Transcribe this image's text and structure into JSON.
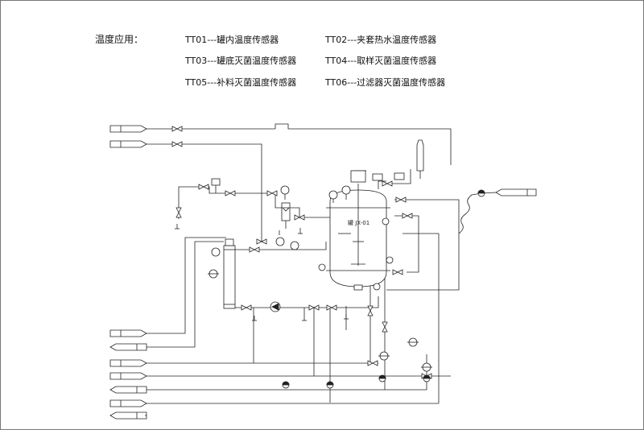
{
  "legend": {
    "title": "温度应用：",
    "items": [
      {
        "code": "TT01",
        "text": "TT01---罐内温度传感器"
      },
      {
        "code": "TT02",
        "text": "TT02---夹套热水温度传感器"
      },
      {
        "code": "TT03",
        "text": "TT03---罐底灭菌温度传感器"
      },
      {
        "code": "TT04",
        "text": "TT04---取样灭菌温度传感器"
      },
      {
        "code": "TT05",
        "text": "TT05---补料灭菌温度传感器"
      },
      {
        "code": "TT06",
        "text": "TT06---过滤器灭菌温度传感器"
      }
    ]
  },
  "diagram": {
    "tank_label": "罐 JX-01",
    "line_color": "#222222",
    "fill_color": "#ffffff"
  }
}
